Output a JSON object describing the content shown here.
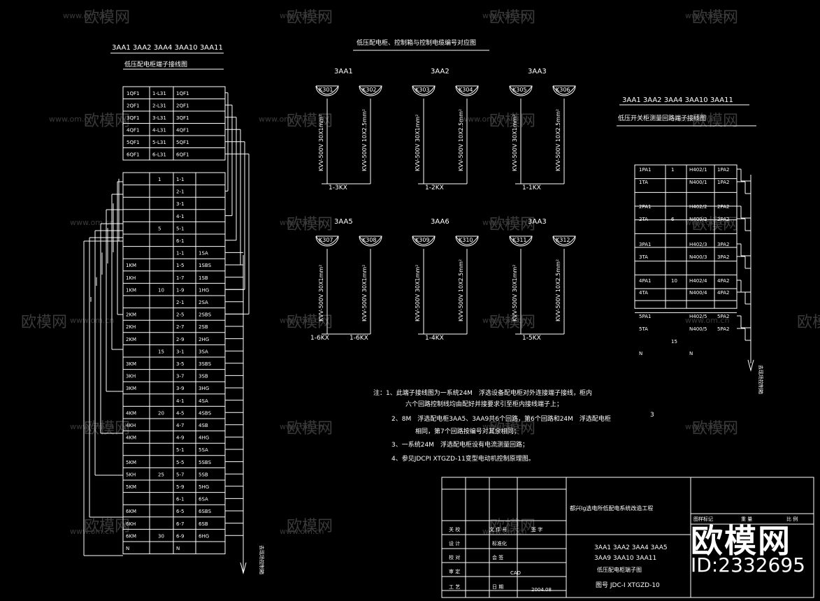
{
  "left_diagram": {
    "header": "3AA1 3AA2 3AA4 3AA10 3AA11",
    "title": "低压配电柜端子接线图",
    "rows": [
      [
        "1QF1",
        "1-L31",
        "1QF1"
      ],
      [
        "2QF1",
        "2-L31",
        "2QF1"
      ],
      [
        "3QF1",
        "3-L31",
        "3QF1"
      ],
      [
        "4QF1",
        "4-L31",
        "4QF1"
      ],
      [
        "5QF1",
        "5-L31",
        "5QF1"
      ],
      [
        "6QF1",
        "6-L31",
        "6QF1"
      ],
      [
        "",
        "1",
        "1-1",
        ""
      ],
      [
        "",
        "",
        "2-1",
        ""
      ],
      [
        "",
        "",
        "3-1",
        ""
      ],
      [
        "",
        "",
        "4-1",
        ""
      ],
      [
        "",
        "5",
        "5-1",
        ""
      ],
      [
        "",
        "",
        "6-1",
        ""
      ],
      [
        "",
        "",
        "1-1",
        "1SA"
      ],
      [
        "1KM",
        "",
        "1-5",
        "1SBS"
      ],
      [
        "1KH",
        "",
        "1-7",
        "1SB"
      ],
      [
        "1KM",
        "10",
        "1-9",
        "1HG"
      ],
      [
        "",
        "",
        "2-1",
        "2SA"
      ],
      [
        "2KM",
        "",
        "2-5",
        "2SBS"
      ],
      [
        "2KH",
        "",
        "2-7",
        "2SB"
      ],
      [
        "2KM",
        "",
        "2-9",
        "2HG"
      ],
      [
        "",
        "15",
        "3-1",
        "3SA"
      ],
      [
        "3KM",
        "",
        "3-5",
        "3SBS"
      ],
      [
        "3KH",
        "",
        "3-7",
        "3SB"
      ],
      [
        "3KM",
        "",
        "3-9",
        "3HG"
      ],
      [
        "",
        "",
        "4-1",
        "4SA"
      ],
      [
        "4KM",
        "20",
        "4-5",
        "4SBS"
      ],
      [
        "4KH",
        "",
        "4-7",
        "4SB"
      ],
      [
        "4KM",
        "",
        "4-9",
        "4HG"
      ],
      [
        "",
        "",
        "5-1",
        "5SA"
      ],
      [
        "5KM",
        "",
        "5-5",
        "5SBS"
      ],
      [
        "5KH",
        "25",
        "5-7",
        "5SB"
      ],
      [
        "5KM",
        "",
        "5-9",
        "5HG"
      ],
      [
        "",
        "",
        "6-1",
        "6SA"
      ],
      [
        "6KM",
        "",
        "6-5",
        "6SBS"
      ],
      [
        "6KH",
        "",
        "6-7",
        "6SB"
      ],
      [
        "6KM",
        "30",
        "6-9",
        "6HG"
      ],
      [
        "N",
        "",
        "N",
        ""
      ]
    ],
    "side_note": "去现场控制箱"
  },
  "center_diagram": {
    "title": "低压配电柜、控制箱与控制电缆编号对应图",
    "groups": [
      {
        "name": "3AA1",
        "cables": [
          {
            "id": "K301",
            "spec": "KVV-500V 30X1mm²"
          },
          {
            "id": "K302",
            "spec": "KVV-500V 10X2.5mm²"
          }
        ],
        "label": "1-3KX"
      },
      {
        "name": "3AA2",
        "cables": [
          {
            "id": "K303",
            "spec": "KVV-500V 30X1mm²"
          },
          {
            "id": "K304",
            "spec": "KVV-500V 10X2.5mm²"
          }
        ],
        "label": "1-2KX"
      },
      {
        "name": "3AA3",
        "cables": [
          {
            "id": "K305",
            "spec": "KVV-500V 30X1mm²"
          },
          {
            "id": "K306",
            "spec": "KVV-500V 10X2.5mm²"
          }
        ],
        "label": "1-1KX"
      },
      {
        "name": "3AA5",
        "cables": [
          {
            "id": "K307",
            "spec": "KVV-500V 30X1mm²"
          },
          {
            "id": "K308",
            "spec": "KVV-500V 30X1mm²"
          }
        ],
        "labels": [
          "1-6KX",
          "1-6KX"
        ]
      },
      {
        "name": "3AA6",
        "cables": [
          {
            "id": "K309",
            "spec": "KVV-500V 30X1mm²"
          },
          {
            "id": "K310",
            "spec": "KVV-500V 10X2.5mm²"
          }
        ],
        "label": "1-4KX"
      },
      {
        "name": "3AA3",
        "cables": [
          {
            "id": "K311",
            "spec": "KVV-500V 30X1mm²"
          },
          {
            "id": "K312",
            "spec": "KVV-500V 10X2.5mm²"
          }
        ],
        "label": "1-5KX"
      }
    ],
    "notes": [
      "注：1、此端子接线图为一系统24M　浮选设备配电柜对外连接端子接线，柜内",
      "六个回路控制线均由配好并接要求引至柜内接线端子上；",
      "2、8M　浮选配电柜3AA5、3AA9共6个回路，第6个回路和24M　浮选配电柜",
      "相同，第7个回路按编号对其余相同；",
      "3、一系统24M　浮选配电柜设有电流测量回路；",
      "4、参见JDCPI XTGZD-11变型电动机控制原理图。"
    ],
    "number3": "3"
  },
  "right_diagram": {
    "header": "3AA1 3AA2 3AA4 3AA10 3AA11",
    "title": "低压开关柜测量回路端子接线图",
    "rows": [
      [
        "1PA1",
        "1",
        "H402/1",
        "1PA2"
      ],
      [
        "1TA",
        "",
        "N400/1",
        "1PA2"
      ],
      [
        "2PA1",
        "",
        "H402/2",
        "2PA2"
      ],
      [
        "2TA",
        "6",
        "N400/2",
        "2PA2"
      ],
      [
        "3PA1",
        "",
        "H402/3",
        "3PA2"
      ],
      [
        "3TA",
        "",
        "N400/3",
        "3PA2"
      ],
      [
        "4PA1",
        "10",
        "H402/4",
        "4PA2"
      ],
      [
        "4TA",
        "",
        "N400/4",
        "4PA2"
      ],
      [
        "5PA1",
        "",
        "H402/5",
        "5PA2"
      ],
      [
        "5TA",
        "",
        "N400/5",
        "5PA2"
      ],
      [
        "",
        "15",
        "",
        ""
      ],
      [
        "N",
        "",
        "N",
        ""
      ]
    ],
    "side_note": "去现场控制箱"
  },
  "title_block": {
    "project": "都兴Ig选电所低配电系统改造工程",
    "labels": [
      "关 校",
      "文 件 号",
      "签 字",
      "设 计",
      "标准化",
      "校 对",
      "会 签",
      "审 定",
      "CAD",
      "工 艺",
      "日 期",
      "2004.08"
    ],
    "drawing_title_1": "3AA1 3AA2 3AA4 3AA5",
    "drawing_title_2": "3AA9 3AA10 3AA11",
    "drawing_title_3": "低压配电柜端子图",
    "drawing_no": "图号 JDC-I XTGZD-10",
    "small_labels": [
      "图样标记",
      "重 量",
      "比 例"
    ]
  },
  "watermark": {
    "text": "欧模网",
    "domain": "www.om.cn",
    "brand": "欧模网",
    "id": "ID:2332695"
  }
}
